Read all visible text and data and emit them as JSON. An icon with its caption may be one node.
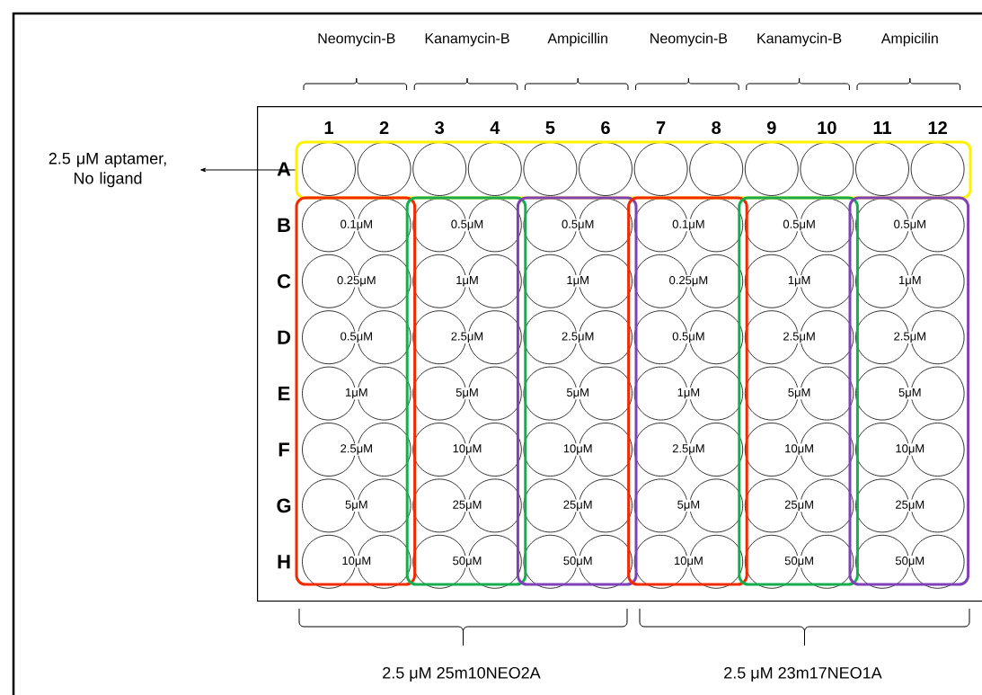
{
  "diagram": {
    "nodes": [
      {
        "text": [
          "2.5 μM aptamer, No ligand"
        ]
      },
      {
        "text": [],
        "shape": "box"
      },
      {
        "text": [],
        "shape": "box",
        "in": 1
      },
      {
        "text": [
          "0.1μM",
          "0.25μM",
          "0.5μM",
          "1μM",
          "2.5μM",
          "5μM",
          "10μM"
        ],
        "in": 1
      },
      {
        "text": [
          "0.5μM",
          "1μM",
          "2.5μM",
          "5μM",
          "10μM",
          "25μM",
          "50μM"
        ],
        "in": 1
      },
      {
        "text": [
          "0.5μM",
          "1μM",
          "2.5μM",
          "5μM",
          "10μM",
          "25μM",
          "50μM"
        ],
        "in": 1
      },
      {
        "text": [
          "0.1μM",
          "0.25μM",
          "0.5μM",
          "1μM",
          "2.5μM",
          "5μM",
          "10μM"
        ],
        "in": 1
      },
      {
        "text": [
          "0.5μM",
          "1μM",
          "2.5μM",
          "5μM",
          "10μM",
          "25μM",
          "50μM"
        ],
        "in": 1
      },
      {
        "text": [
          "0.5μM",
          "1μM",
          "2.5μM",
          "5μM",
          "10μM",
          "25μM",
          "50μM"
        ],
        "in": 1
      }
    ],
    "edges": [
      {
        "from": 2,
        "to": 0,
        "arrow": "to"
      }
    ],
    "labels": [
      "Neomycin-B",
      "Kanamycin-B",
      "Ampicillin",
      "Neomycin-B",
      "Kanamycin-B",
      "Ampicilin",
      "1",
      "2",
      "3",
      "4",
      "5",
      "6",
      "7",
      "8",
      "9",
      "10",
      "11",
      "12",
      "A",
      "B",
      "C",
      "D",
      "E",
      "F",
      "G",
      "H",
      "2.5 μM 25m10NEO2A",
      "2.5 μM 23m17NEO1A"
    ]
  }
}
